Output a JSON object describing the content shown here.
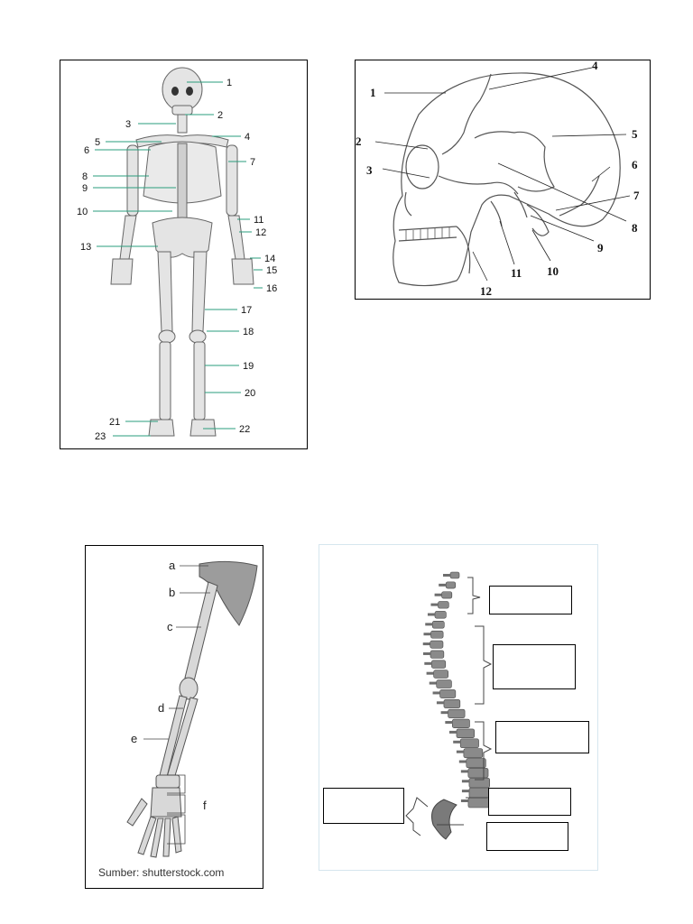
{
  "skeleton": {
    "labels": [
      "1",
      "2",
      "3",
      "4",
      "5",
      "6",
      "7",
      "8",
      "9",
      "10",
      "11",
      "12",
      "13",
      "14",
      "15",
      "16",
      "17",
      "18",
      "19",
      "20",
      "21",
      "22",
      "23"
    ]
  },
  "skull": {
    "labels": [
      "1",
      "2",
      "3",
      "4",
      "5",
      "6",
      "7",
      "8",
      "9",
      "10",
      "11",
      "12"
    ]
  },
  "arm": {
    "labels": [
      "a",
      "b",
      "c",
      "d",
      "e",
      "f"
    ],
    "credit": "Sumber: shutterstock.com"
  },
  "spine": {
    "answer_boxes": [
      "",
      "",
      "",
      "",
      "",
      ""
    ]
  }
}
